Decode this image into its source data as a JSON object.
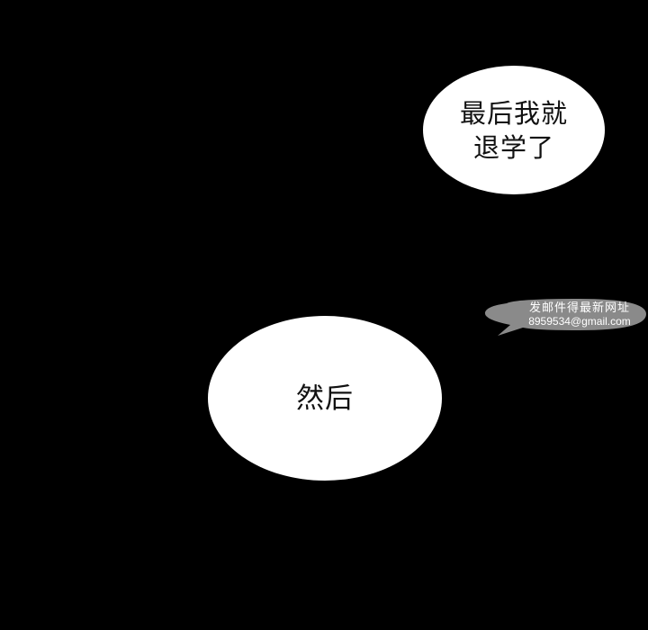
{
  "bubbles": [
    {
      "lines": [
        "最后我就",
        "退学了"
      ]
    },
    {
      "lines": [
        "然后"
      ]
    }
  ],
  "watermark": {
    "line1": "发邮件得最新网址",
    "line2": "8959534@gmail.com"
  },
  "colors": {
    "background": "#000000",
    "bubble": "#ffffff",
    "bubble_text": "#111111",
    "watermark_bg": "#8a8a8a",
    "watermark_text": "#ffffff"
  }
}
